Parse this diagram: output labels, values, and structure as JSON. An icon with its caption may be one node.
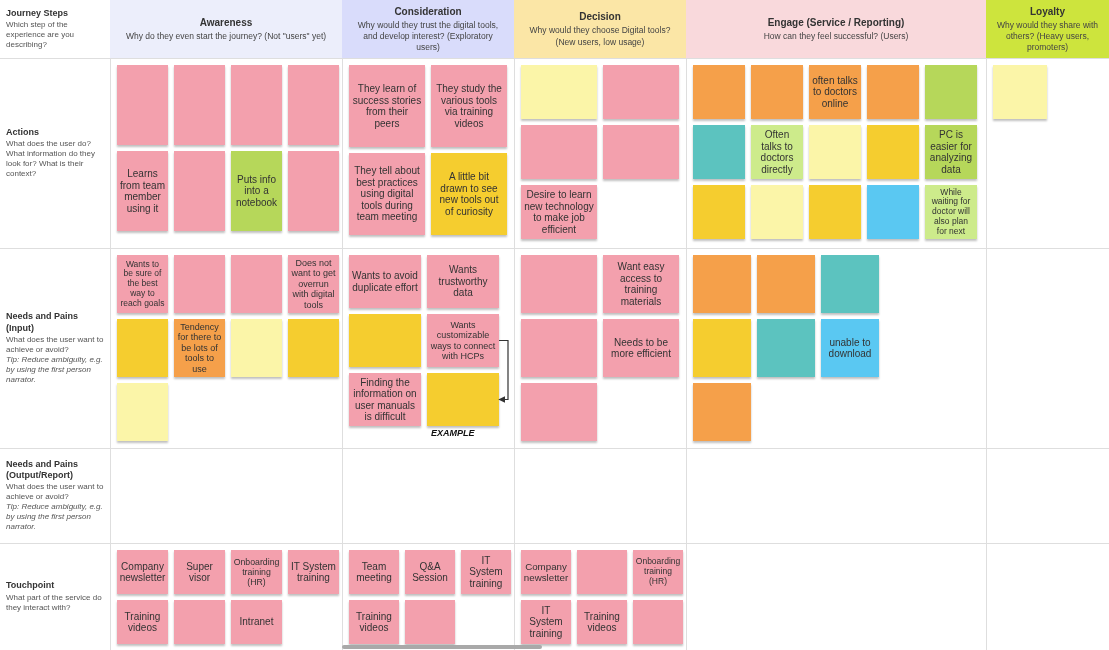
{
  "diagram": {
    "nodes": [
      {
        "text": [
          "Journey Steps",
          "Which step of the experience are you describing?"
        ]
      },
      {
        "text": [
          "Awareness",
          "Why do they even start the journey? (Not \"users\" yet)"
        ]
      },
      {
        "text": [
          "Consideration",
          "Why would they trust the digital tools, and develop interest? (Exploratory users)"
        ]
      },
      {
        "text": [
          "Decision",
          "Why would they choose Digital tools? (New users, low usage)"
        ]
      },
      {
        "text": [
          "Engage (Service / Reporting)",
          "How can they feel successful? (Users)"
        ]
      },
      {
        "text": [
          "Loyalty",
          "Why would they share with others? (Heavy users, promoters)"
        ]
      },
      {
        "text": [
          "Actions",
          "What does the user do? What information do they look for? What is their context?"
        ]
      },
      {
        "text": [],
        "shape": "box"
      },
      {
        "text": [],
        "shape": "box"
      },
      {
        "text": [],
        "shape": "box"
      },
      {
        "text": [],
        "shape": "box"
      },
      {
        "text": [
          "Learns from team member using it"
        ]
      },
      {
        "text": [],
        "shape": "box"
      },
      {
        "text": [
          "Puts info into a notebook"
        ]
      },
      {
        "text": [],
        "shape": "box"
      },
      {
        "text": [
          "They learn of success stories from their peers"
        ]
      },
      {
        "text": [
          "They study the various tools via training videos"
        ]
      },
      {
        "text": [
          "They tell about best practices using digital tools during team meeting"
        ]
      },
      {
        "text": [
          "A little bit drawn to see new tools out of curiosity"
        ]
      },
      {
        "text": [],
        "shape": "box"
      },
      {
        "text": [],
        "shape": "box"
      },
      {
        "text": [],
        "shape": "box"
      },
      {
        "text": [],
        "shape": "box"
      },
      {
        "text": [
          "Desire to learn new technology to make job efficient"
        ]
      },
      {
        "text": [],
        "shape": "box"
      },
      {
        "text": [],
        "shape": "box"
      },
      {
        "text": [
          "often talks to doctors online"
        ]
      },
      {
        "text": [],
        "shape": "box"
      },
      {
        "text": [],
        "shape": "box"
      },
      {
        "text": [],
        "shape": "box"
      },
      {
        "text": [
          "Often talks to doctors directly"
        ]
      },
      {
        "text": [],
        "shape": "box"
      },
      {
        "text": [],
        "shape": "box"
      },
      {
        "text": [
          "PC is easier for analyzing data"
        ]
      },
      {
        "text": [],
        "shape": "box"
      },
      {
        "text": [],
        "shape": "box"
      },
      {
        "text": [],
        "shape": "box"
      },
      {
        "text": [],
        "shape": "box"
      },
      {
        "text": [
          "While waiting for doctor will also plan for next"
        ]
      },
      {
        "text": [],
        "shape": "box"
      },
      {
        "text": [
          "Needs and Pains (Input)",
          "What does the user want to achieve or avoid?",
          "Tip: Reduce ambiguity, e.g. by using the first person narrator."
        ]
      },
      {
        "text": [
          "Wants to be sure of the best way to reach goals"
        ]
      },
      {
        "text": [],
        "shape": "box"
      },
      {
        "text": [],
        "shape": "box"
      },
      {
        "text": [
          "Does not want to get overrun with digital tools"
        ]
      },
      {
        "text": [],
        "shape": "box"
      },
      {
        "text": [
          "Tendency for there to be lots of tools to use"
        ]
      },
      {
        "text": [],
        "shape": "box"
      },
      {
        "text": [],
        "shape": "box"
      },
      {
        "text": [],
        "shape": "box"
      },
      {
        "text": [
          "Wants to avoid duplicate effort"
        ]
      },
      {
        "text": [
          "Wants trustworthy data"
        ]
      },
      {
        "text": [
          "Wants customizable ways to connect with HCPs"
        ]
      },
      {
        "text": [],
        "shape": "box"
      },
      {
        "text": [],
        "shape": "box",
        "beside": [
          "EXAMPLE"
        ]
      },
      {
        "text": [
          "Finding the information on user manuals is difficult"
        ]
      },
      {
        "text": [],
        "shape": "box"
      },
      {
        "text": [
          "Want easy access to training materials"
        ]
      },
      {
        "text": [],
        "shape": "box"
      },
      {
        "text": [
          "Needs to be more efficient"
        ]
      },
      {
        "text": [],
        "shape": "box"
      },
      {
        "text": [],
        "shape": "box"
      },
      {
        "text": [],
        "shape": "box"
      },
      {
        "text": [],
        "shape": "box"
      },
      {
        "text": [],
        "shape": "box"
      },
      {
        "text": [],
        "shape": "box"
      },
      {
        "text": [
          "unable to download"
        ]
      },
      {
        "text": [],
        "shape": "box"
      },
      {
        "text": [
          "Needs and Pains (Output/Report)",
          "What does the user want to achieve or avoid?",
          "Tip: Reduce ambiguity, e.g. by using the first person narrator."
        ]
      },
      {
        "text": [
          "Touchpoint",
          "What part of the service do they interact with?"
        ]
      },
      {
        "text": [
          "Company newsletter"
        ]
      },
      {
        "text": [
          "Super visor"
        ]
      },
      {
        "text": [
          "Onboarding training (HR)"
        ]
      },
      {
        "text": [
          "IT System training"
        ]
      },
      {
        "text": [
          "Training videos"
        ]
      },
      {
        "text": [],
        "shape": "box"
      },
      {
        "text": [
          "Intranet"
        ]
      },
      {
        "text": [
          "Team meeting"
        ]
      },
      {
        "text": [
          "Q&A Session"
        ]
      },
      {
        "text": [
          "IT System training"
        ]
      },
      {
        "text": [
          "Training videos"
        ]
      },
      {
        "text": [],
        "shape": "box"
      },
      {
        "text": [
          "Company newsletter"
        ]
      },
      {
        "text": [],
        "shape": "box"
      },
      {
        "text": [
          "Onboarding training (HR)"
        ]
      },
      {
        "text": [
          "IT System training"
        ]
      },
      {
        "text": [
          "Training videos"
        ]
      },
      {
        "text": [],
        "shape": "box"
      }
    ],
    "edges": [
      {
        "from": 52,
        "to": 54,
        "arrow": "to"
      }
    ]
  }
}
